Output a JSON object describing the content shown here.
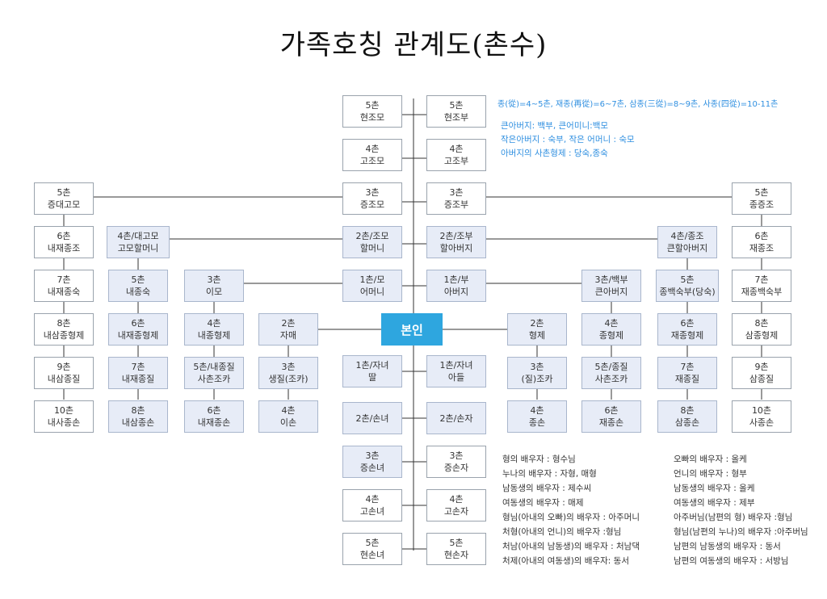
{
  "title": "가족호칭 관계도(촌수)",
  "self": "본인",
  "nodes": {
    "hyeonjomo": [
      "5촌",
      "현조모"
    ],
    "hyeonjobu": [
      "5촌",
      "현조부"
    ],
    "gojomo": [
      "4촌",
      "고조모"
    ],
    "gojobu": [
      "4촌",
      "고조부"
    ],
    "jeungjomo": [
      "3촌",
      "증조모"
    ],
    "jeungjobu": [
      "3촌",
      "증조부"
    ],
    "jomo": [
      "2촌/조모",
      "할머니"
    ],
    "jobu": [
      "2촌/조부",
      "할아버지"
    ],
    "mo": [
      "1촌/모",
      "어머니"
    ],
    "bu": [
      "1촌/부",
      "아버지"
    ],
    "daughter": [
      "1촌/자녀",
      "딸"
    ],
    "son": [
      "1촌/자녀",
      "아들"
    ],
    "sonnyeo": [
      "2촌/손녀"
    ],
    "sonja": [
      "2촌/손자"
    ],
    "jeungsonnyeo": [
      "3촌",
      "증손녀"
    ],
    "jeungsonja": [
      "3촌",
      "증손자"
    ],
    "gosonnyeo": [
      "4촌",
      "고손녀"
    ],
    "gosonja": [
      "4촌",
      "고손자"
    ],
    "hyeonsonnyeo": [
      "5촌",
      "현손녀"
    ],
    "hyeonsonja": [
      "5촌",
      "현손자"
    ],
    "l1": [
      "5촌",
      "증대고모"
    ],
    "l2": [
      "6촌",
      "내재종조"
    ],
    "l3": [
      "7촌",
      "내재종숙"
    ],
    "l4": [
      "8촌",
      "내삼종형제"
    ],
    "l5": [
      "9촌",
      "내삼종질"
    ],
    "l6": [
      "10촌",
      "내사종손"
    ],
    "m1": [
      "4촌/대고모",
      "고모할머니"
    ],
    "m2": [
      "5촌",
      "내종숙"
    ],
    "m3": [
      "6촌",
      "내재종형제"
    ],
    "m4": [
      "7촌",
      "내재종질"
    ],
    "m5": [
      "8촌",
      "내삼종손"
    ],
    "i1": [
      "3촌",
      "이모"
    ],
    "i2": [
      "4촌",
      "내종형제"
    ],
    "i3": [
      "5촌/내종질",
      "사촌조카"
    ],
    "i4": [
      "6촌",
      "내재종손"
    ],
    "s1": [
      "2촌",
      "자매"
    ],
    "s2": [
      "3촌",
      "생질(조카)"
    ],
    "s3": [
      "4촌",
      "이손"
    ],
    "b1": [
      "2촌",
      "형제"
    ],
    "b2": [
      "3촌",
      "(질)조카"
    ],
    "b3": [
      "4촌",
      "종손"
    ],
    "u1": [
      "3촌/백부",
      "큰아버지"
    ],
    "u2": [
      "4촌",
      "종형제"
    ],
    "u3": [
      "5촌/종질",
      "사촌조카"
    ],
    "u4": [
      "6촌",
      "재종손"
    ],
    "g1": [
      "4촌/종조",
      "큰할아버지"
    ],
    "g2": [
      "5촌",
      "종백숙부(당숙)"
    ],
    "g3": [
      "6촌",
      "재종형제"
    ],
    "g4": [
      "7촌",
      "재종질"
    ],
    "g5": [
      "8촌",
      "삼종손"
    ],
    "r1": [
      "5촌",
      "종증조"
    ],
    "r2": [
      "6촌",
      "재종조"
    ],
    "r3": [
      "7촌",
      "재종백숙부"
    ],
    "r4": [
      "8촌",
      "삼종형제"
    ],
    "r5": [
      "9촌",
      "삼종질"
    ],
    "r6": [
      "10촌",
      "사종손"
    ]
  },
  "notes": {
    "line1": "종(從)=4~5촌, 재종(再從)=6~7촌, 삼종(三從)=8~9촌, 사종(四從)=10-11촌",
    "line2": "큰아버지: 백부, 큰어미니:백모",
    "line3": "작은아버지 : 숙부, 작은 어머니 : 숙모",
    "line4": "아버지의 사촌형제 : 당숙,종숙"
  },
  "spouse_left": [
    "형의 배우자 : 형수님",
    "누나의 배우자 : 자형, 매형",
    "남동생의 배우자 : 제수씨",
    "여동생의 배우자 : 매제",
    "형님(아내의 오빠)의 배우자 : 아주머니",
    "처형(아내의 언니)의 배우자 :형님",
    "처남(아내의 남동생)의 배우자 : 처남댁",
    "처제(아내의 여동생)의 배우자: 동서"
  ],
  "spouse_right": [
    "오빠의 배우자 : 올케",
    "언니의 배우자 : 형부",
    "남동생의 배우자 : 올케",
    "여동생의 배우자 : 제부",
    "아주버님(남편의 형) 배우자 :형님",
    "형님(남편의 누나)의 배우자 :아주버님",
    "남편의 남동생의 배우자 : 동서",
    "남편의 여동생의  배우자 : 서방님"
  ]
}
